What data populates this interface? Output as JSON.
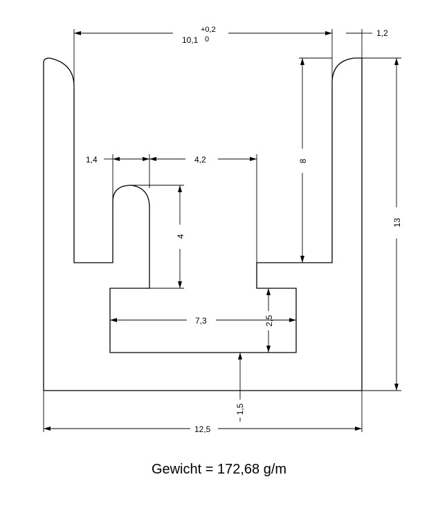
{
  "dimensions": {
    "d_10_1": "10,1",
    "tol_upper": "+0,2",
    "tol_lower": "0",
    "d_1_2": "1,2",
    "d_13": "13",
    "d_8": "8",
    "d_1_4": "1,4",
    "d_4_2": "4,2",
    "d_4": "4",
    "d_7_3": "7,3",
    "d_2_5": "2,5",
    "d_1_5": "1,5",
    "d_12_5": "12,5"
  },
  "weight_label": "Gewicht = 172,68 g/m",
  "colors": {
    "line": "#000000",
    "background": "#ffffff"
  }
}
